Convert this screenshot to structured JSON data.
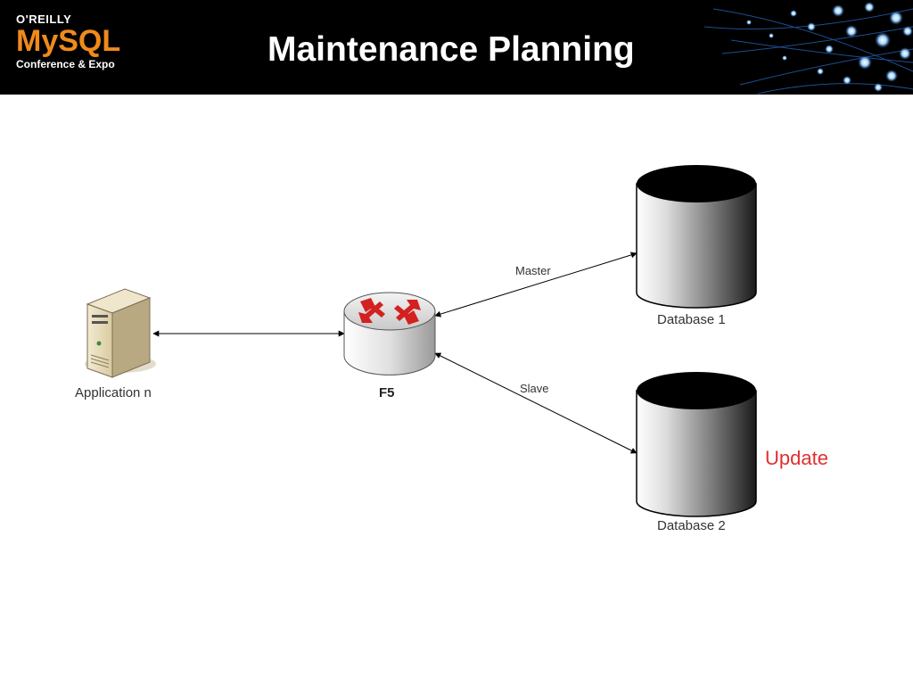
{
  "header": {
    "title": "Maintenance Planning",
    "logo": {
      "publisher": "O'REILLY",
      "product": "MySQL",
      "event": "Conference & Expo"
    }
  },
  "diagram": {
    "nodes": {
      "app": {
        "label": "Application n",
        "icon": "server-icon"
      },
      "lb": {
        "label": "F5",
        "icon": "router-icon"
      },
      "db1": {
        "label": "Database 1",
        "icon": "database-icon"
      },
      "db2": {
        "label": "Database 2",
        "icon": "database-icon"
      }
    },
    "edges": {
      "master": "Master",
      "slave": "Slave"
    },
    "annotation": {
      "text": "Update",
      "color": "#e03030"
    }
  }
}
